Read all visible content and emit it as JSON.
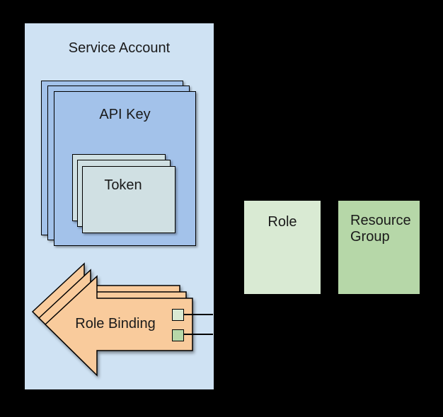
{
  "canvas": {
    "background": "#000000"
  },
  "text_color": "#1a1a1a",
  "diagram": {
    "service_account": {
      "label": "Service Account",
      "fill": "#cfe2f3"
    },
    "api_key": {
      "label": "API Key",
      "fill": "#a3c2ea",
      "stack_count": 3
    },
    "token": {
      "label": "Token",
      "fill": "#d0e0e3",
      "stack_count": 3
    },
    "role_binding": {
      "label": "Role Binding",
      "fill": "#f9cb9c",
      "stack_count": 3,
      "connector_color": "#000000",
      "ports": [
        {
          "id": "role-port",
          "fill": "#d9ead3"
        },
        {
          "id": "resource-group-port",
          "fill": "#b6d7a8"
        }
      ]
    },
    "role": {
      "label": "Role",
      "fill": "#d9ead3"
    },
    "resource_group": {
      "label": "Resource Group",
      "fill": "#b6d7a8"
    }
  }
}
